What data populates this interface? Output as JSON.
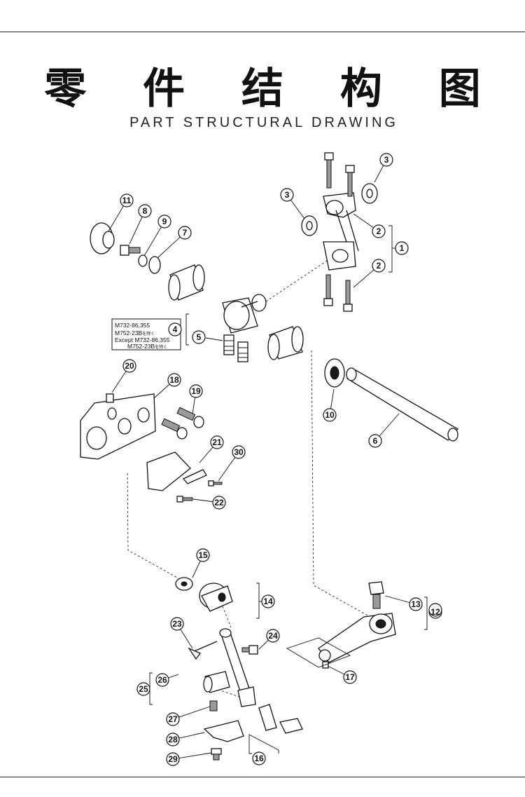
{
  "header": {
    "title_cn": "零 件 结 构 图",
    "title_en": "PART STRUCTURAL DRAWING"
  },
  "callouts": [
    "1",
    "2",
    "2",
    "3",
    "3",
    "4",
    "5",
    "6",
    "7",
    "8",
    "9",
    "10",
    "11",
    "12",
    "13",
    "14",
    "15",
    "16",
    "17",
    "18",
    "19",
    "20",
    "21",
    "22",
    "23",
    "24",
    "25",
    "26",
    "27",
    "28",
    "29",
    "30"
  ],
  "model_note": {
    "line1": "M732-86,355",
    "line2": "M752-23B",
    "line2_suffix": "を除く",
    "line3": "Except M732-86,355",
    "line4": "M752-23B",
    "line4_suffix": "を除く"
  },
  "colors": {
    "line": "#111111",
    "highlight": "#e02020"
  }
}
